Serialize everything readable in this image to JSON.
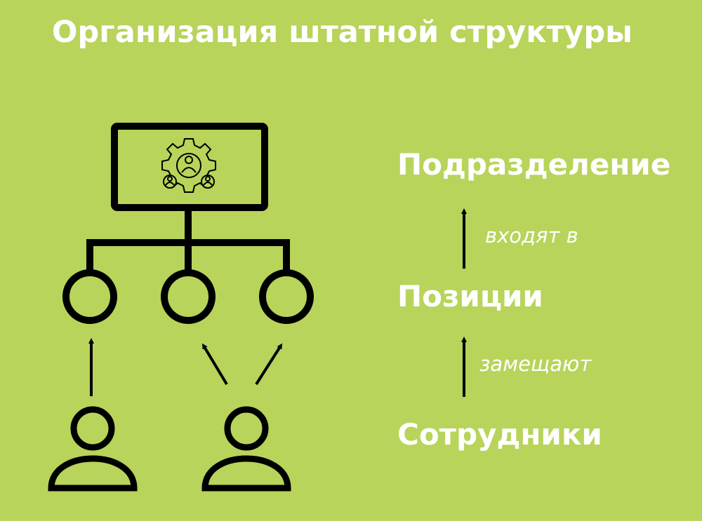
{
  "title": "Организация штатной структуры",
  "hierarchy": {
    "levels": {
      "unit": "Подразделение",
      "positions": "Позиции",
      "employees": "Сотрудники"
    },
    "relations": {
      "positions_to_unit": "входят в",
      "employees_to_positions": "замещают"
    }
  },
  "org_chart": {
    "top_icon": "gear-with-people-icon",
    "position_nodes": 3,
    "employee_icons": 2
  },
  "colors": {
    "background": "#b8d45a",
    "text": "#ffffff",
    "lines": "#000000"
  }
}
